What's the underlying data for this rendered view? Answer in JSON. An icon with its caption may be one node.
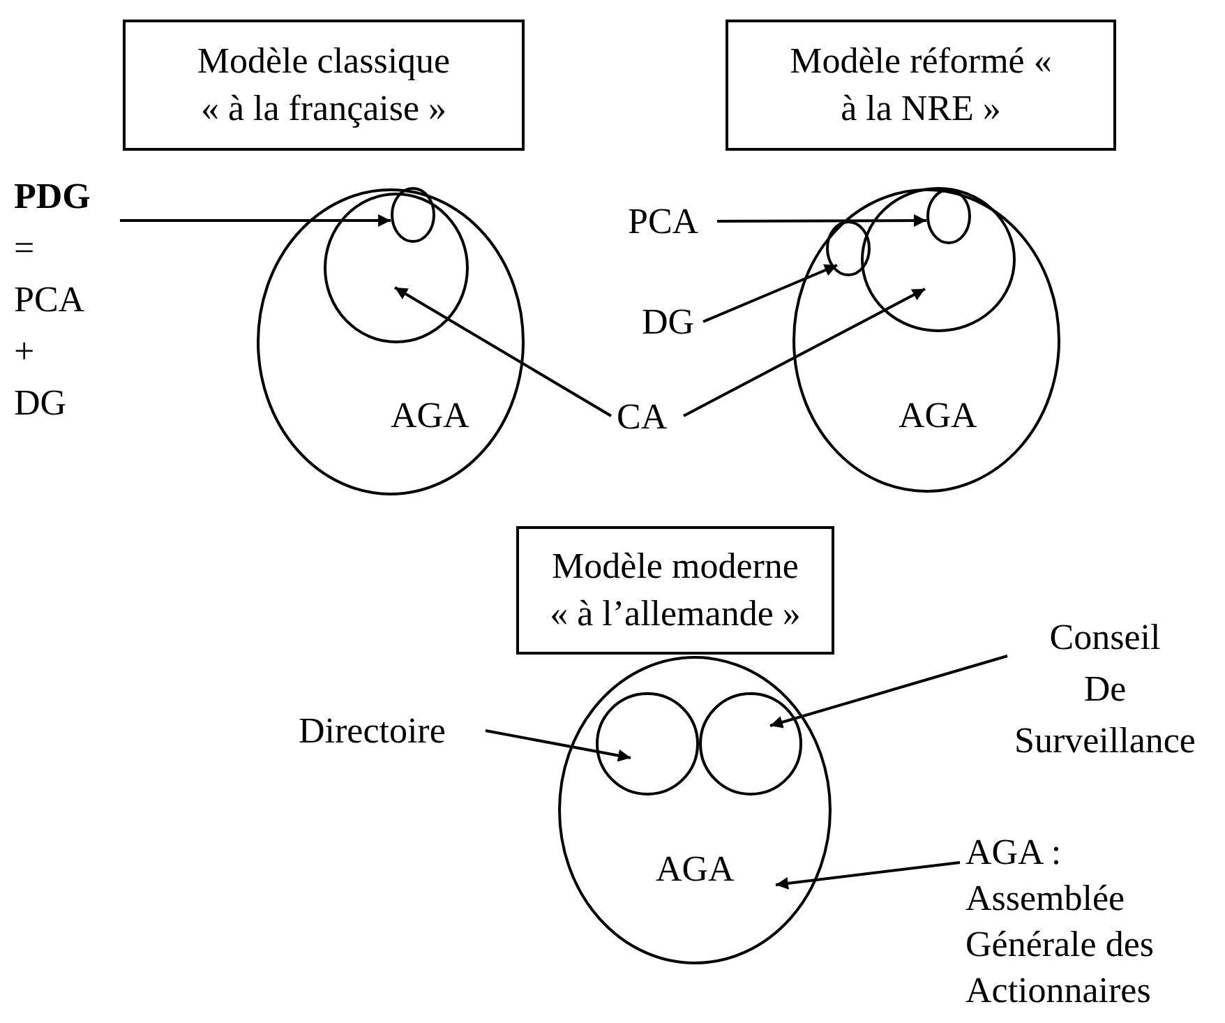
{
  "diagram": {
    "nodes": [
      {
        "text": [
          "Modèle classique « à la française »"
        ]
      },
      {
        "text": [
          "Modèle réformé « à la NRE »"
        ]
      },
      {
        "text": [
          "**PDG** = PCA + DG"
        ]
      },
      {
        "text": [
          "AGA"
        ]
      },
      {
        "text": [],
        "shape": "circle",
        "in": 3
      },
      {
        "text": [],
        "shape": "circle",
        "in": 4
      },
      {
        "text": [
          "PCA"
        ]
      },
      {
        "text": [
          "DG"
        ]
      },
      {
        "text": [
          "CA"
        ]
      },
      {
        "text": [
          "AGA"
        ]
      },
      {
        "text": [],
        "shape": "circle",
        "in": 9
      },
      {
        "text": [],
        "shape": "circle",
        "in": 10
      },
      {
        "text": [],
        "shape": "circle",
        "in": 9
      },
      {
        "text": [
          "Modèle moderne « à l’allemande »"
        ]
      },
      {
        "text": [
          "Conseil De Surveillance"
        ]
      },
      {
        "text": [
          "Directoire"
        ]
      },
      {
        "text": [
          "AGA"
        ]
      },
      {
        "text": [],
        "shape": "circle",
        "in": 16
      },
      {
        "text": [],
        "shape": "circle",
        "in": 16
      },
      {
        "text": [
          "AGA : Assemblée Générale des Actionnaires"
        ]
      }
    ],
    "edges": [
      {
        "from": 2,
        "to": 5,
        "arrow": "to"
      },
      {
        "from": 8,
        "to": 4,
        "arrow": "to"
      },
      {
        "from": 8,
        "to": 10,
        "arrow": "to"
      },
      {
        "from": 6,
        "to": 11,
        "arrow": "to"
      },
      {
        "from": 7,
        "to": 12,
        "arrow": "to"
      },
      {
        "from": 15,
        "to": 17,
        "arrow": "to"
      },
      {
        "from": 14,
        "to": 18,
        "arrow": "to"
      },
      {
        "from": 19,
        "to": 16,
        "arrow": "to"
      }
    ]
  }
}
